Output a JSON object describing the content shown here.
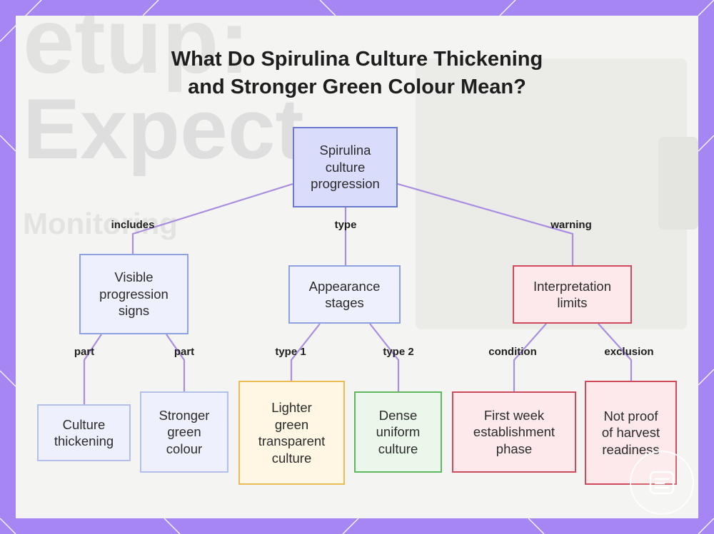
{
  "title_line1": "What Do Spirulina Culture Thickening",
  "title_line2": "and Stronger Green Colour Mean?",
  "background_text": {
    "line1": "etup:",
    "line2": "Expect",
    "line3": "Monitoring"
  },
  "nodes": {
    "root": "Spirulina\nculture\nprogression",
    "visible_signs": "Visible\nprogression\nsigns",
    "appearance_stages": "Appearance\nstages",
    "interpretation_limits": "Interpretation\nlimits",
    "culture_thickening": "Culture\nthickening",
    "stronger_green": "Stronger\ngreen\ncolour",
    "lighter_green": "Lighter\ngreen\ntransparent\nculture",
    "dense_uniform": "Dense\nuniform\nculture",
    "first_week": "First week\nestablishment\nphase",
    "not_proof": "Not proof\nof harvest\nreadiness"
  },
  "edge_labels": {
    "includes": "includes",
    "type": "type",
    "warning": "warning",
    "part_1": "part",
    "part_2": "part",
    "type_1": "type 1",
    "type_2": "type 2",
    "condition": "condition",
    "exclusion": "exclusion"
  },
  "colors": {
    "frame": "#a586f2",
    "edge": "#a98de0",
    "root_fill": "#d9dcfb",
    "warning_border": "#cf4a5a",
    "orange_border": "#eebc57",
    "green_border": "#5db85f"
  }
}
